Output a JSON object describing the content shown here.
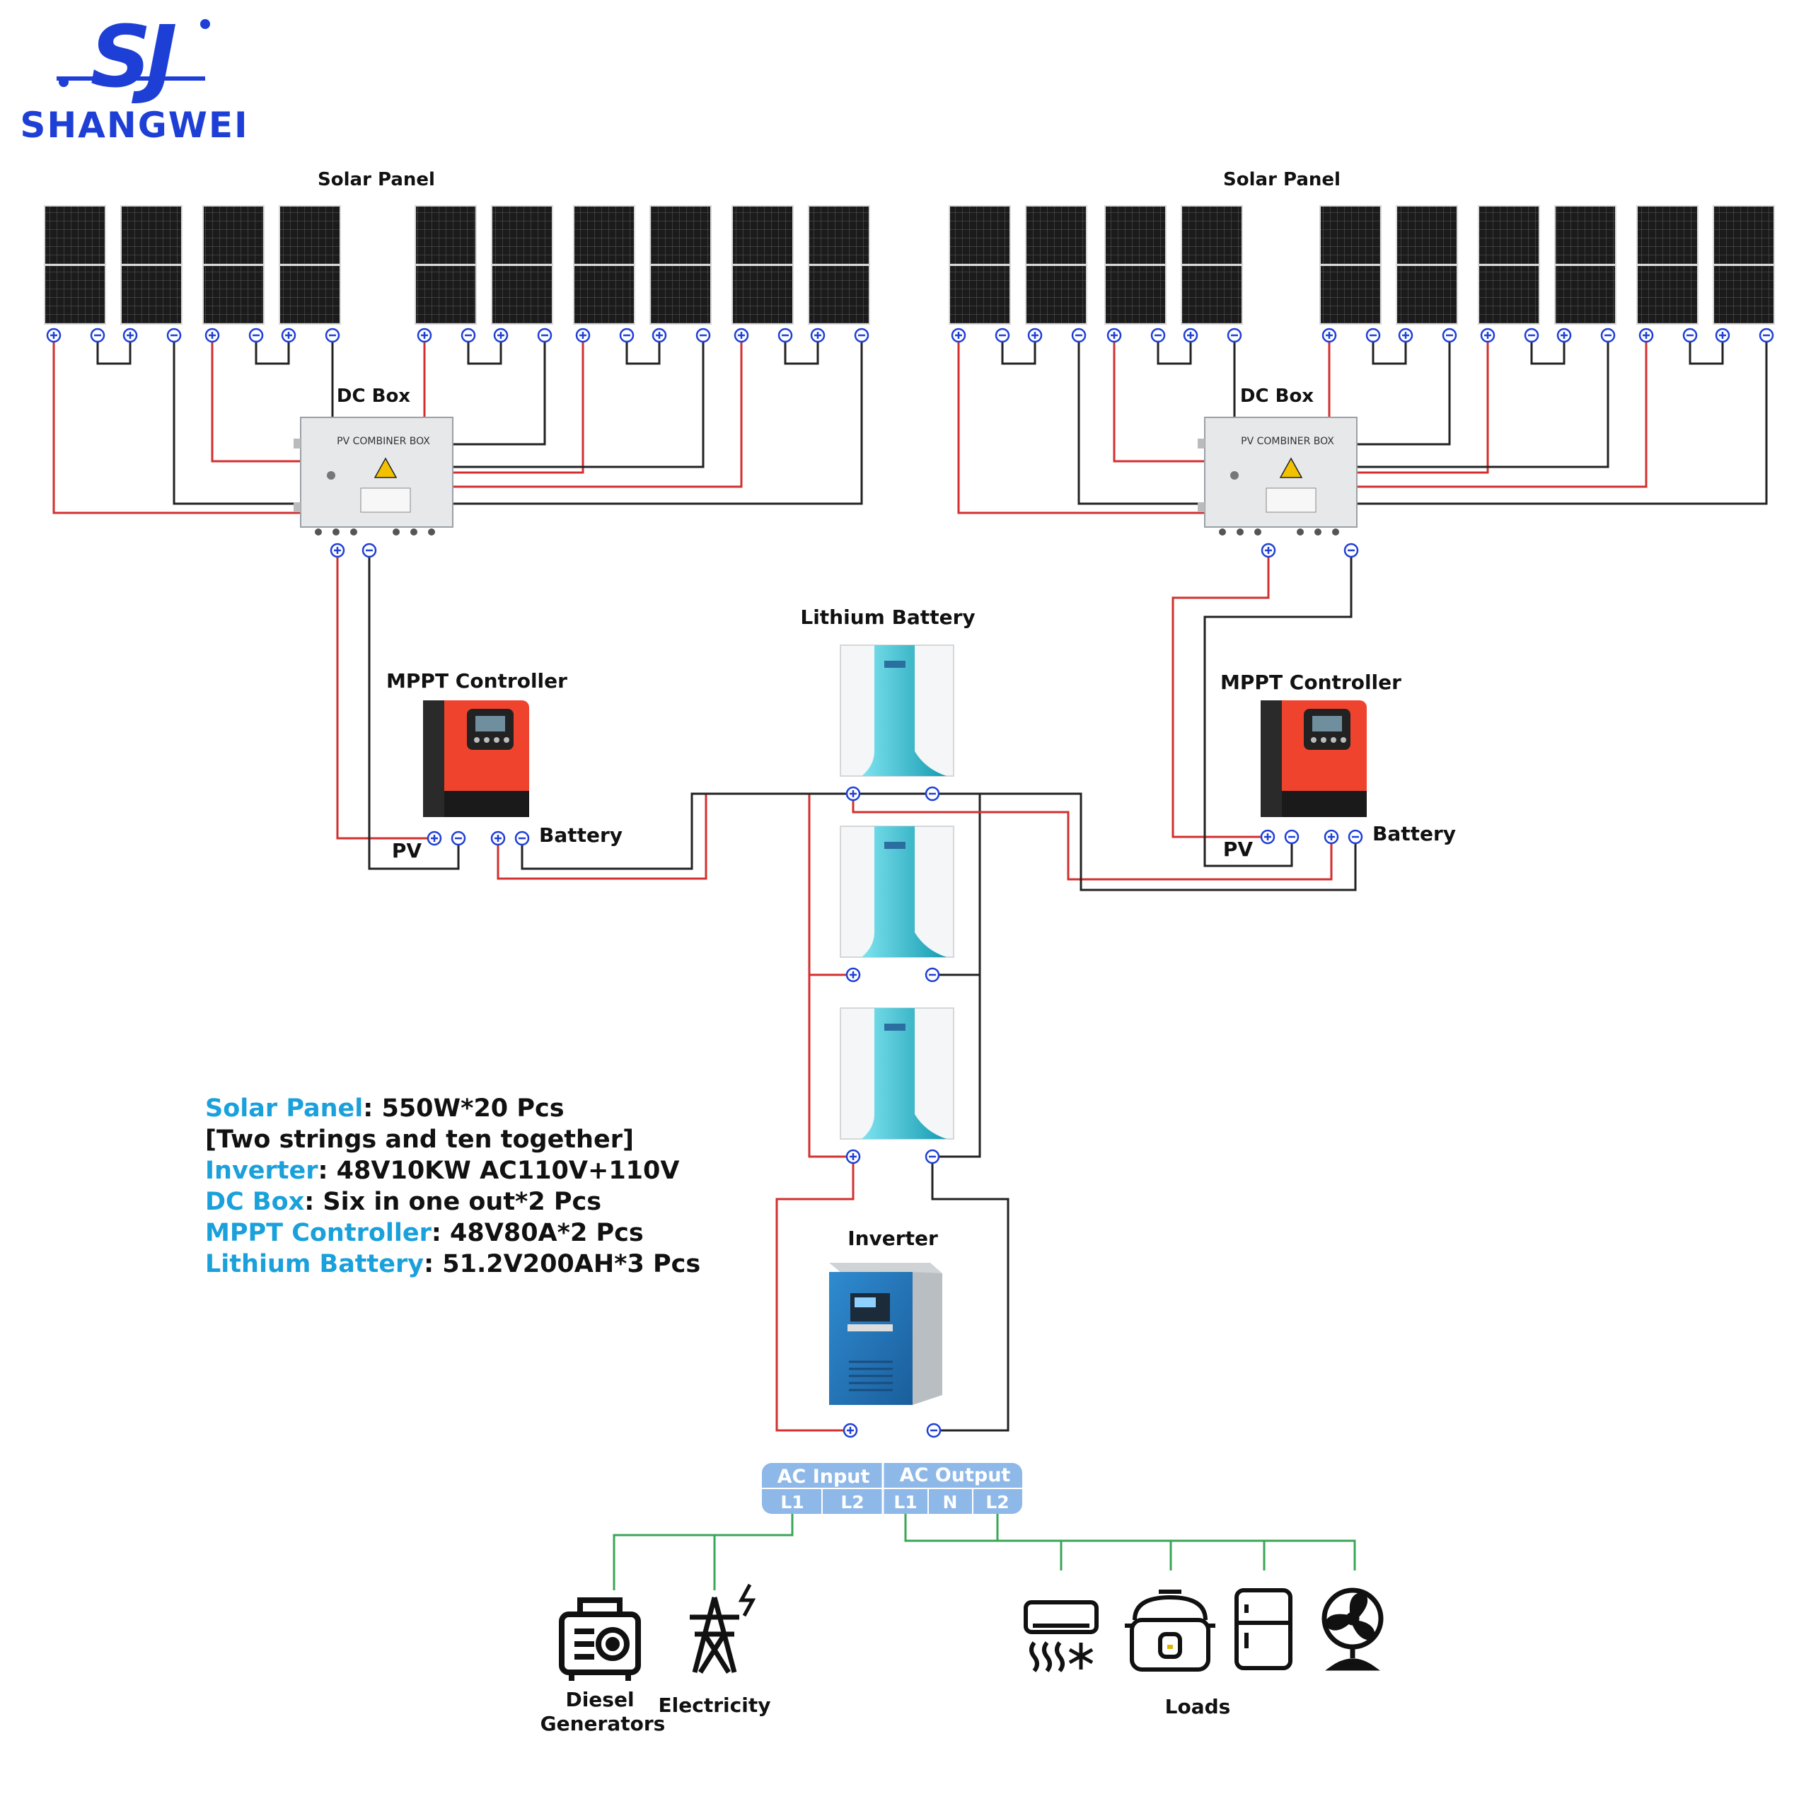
{
  "brand": {
    "logo_text": "SHANGWEI",
    "logo_mark": "SJ",
    "color": "#1e3fd6"
  },
  "colors": {
    "positive_wire": "#d32f2f",
    "negative_wire": "#222222",
    "ac_wire": "#3aa657",
    "terminal": "#1e3fd6",
    "highlight": "#1aa0db",
    "ac_block": "#8db8e8"
  },
  "labels": {
    "solar_panel": "Solar Panel",
    "dc_box": "DC Box",
    "combiner_box_text": "PV COMBINER BOX",
    "mppt_controller": "MPPT Controller",
    "pv": "PV",
    "battery": "Battery",
    "lithium_battery": "Lithium Battery",
    "inverter": "Inverter"
  },
  "ac_block": {
    "input_label": "AC Input",
    "output_label": "AC Output",
    "input_terminals": [
      "L1",
      "L2"
    ],
    "output_terminals": [
      "L1",
      "N",
      "L2"
    ]
  },
  "sources": [
    {
      "label_line1": "Diesel",
      "label_line2": "Generators",
      "icon": "generator-icon"
    },
    {
      "label": "Electricity",
      "icon": "power-tower-icon"
    }
  ],
  "loads": {
    "label": "Loads",
    "icons": [
      "air-conditioner-icon",
      "rice-cooker-icon",
      "refrigerator-icon",
      "fan-icon"
    ]
  },
  "specs": [
    {
      "key": "Solar Panel",
      "value": ": 550W*20 Pcs"
    },
    {
      "key": "",
      "value": "[Two strings and ten together]"
    },
    {
      "key": "Inverter",
      "value": ": 48V10KW AC110V+110V"
    },
    {
      "key": "DC Box",
      "value": ": Six in one out*2 Pcs"
    },
    {
      "key": "MPPT Controller",
      "value": ": 48V80A*2 Pcs"
    },
    {
      "key": "Lithium Battery",
      "value": ": 51.2V200AH*3 Pcs"
    }
  ]
}
